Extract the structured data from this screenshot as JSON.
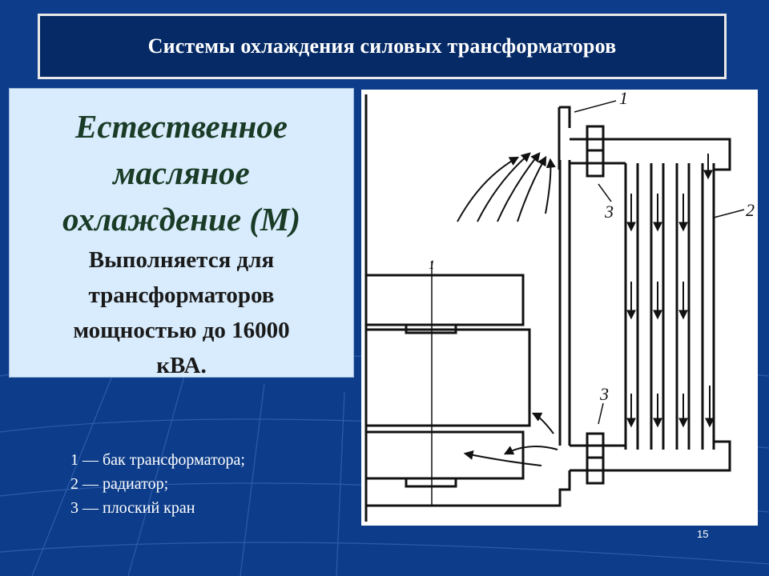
{
  "slide": {
    "title": "Системы охлаждения силовых трансформаторов",
    "heading": [
      "Естественное",
      "масляное",
      "охлаждение (М)"
    ],
    "description": [
      "Выполняется для",
      "трансформаторов",
      "мощностью до 16000",
      "кВА."
    ],
    "legend": [
      "1 — бак трансформатора;",
      "2 — радиатор;",
      "3 — плоский кран"
    ],
    "page_number": "15"
  },
  "diagram": {
    "labels": {
      "tank": "1",
      "radiator": "2",
      "valve_top": "3",
      "valve_bottom": "3",
      "axis": "1"
    }
  },
  "colors": {
    "background": "#0d3d8a",
    "title_bg": "#052a66",
    "text_box_bg": "#d8ecfd",
    "heading": "#1a3b26"
  }
}
